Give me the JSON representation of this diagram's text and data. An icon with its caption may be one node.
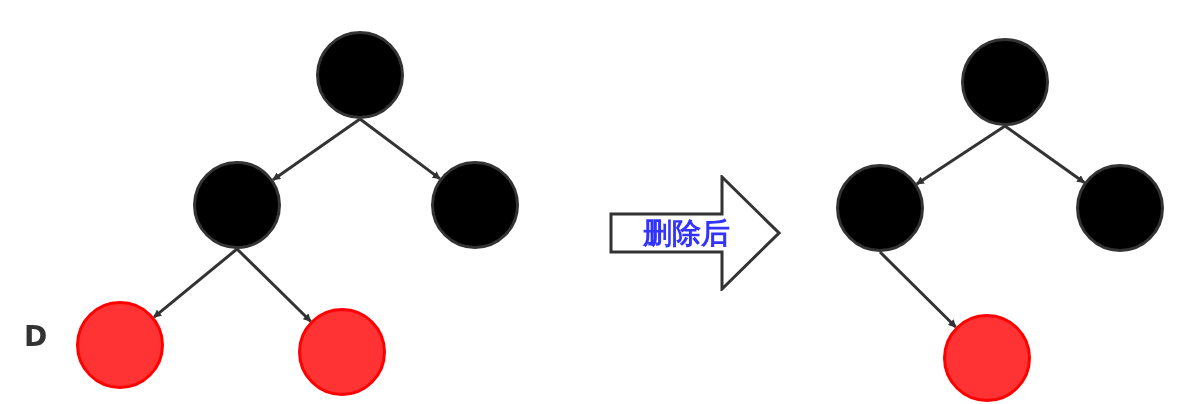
{
  "diagram": {
    "nodes": [
      {
        "text": [],
        "shape": "circle"
      },
      {
        "text": [],
        "shape": "circle"
      },
      {
        "text": [],
        "shape": "circle"
      },
      {
        "text": [],
        "shape": "circle",
        "beside": [
          "D"
        ]
      },
      {
        "text": [],
        "shape": "circle"
      },
      {
        "text": [
          "删除后"
        ]
      },
      {
        "text": [],
        "shape": "circle"
      },
      {
        "text": [],
        "shape": "circle"
      },
      {
        "text": [],
        "shape": "circle"
      },
      {
        "text": [],
        "shape": "circle"
      }
    ],
    "edges": [
      {
        "from": 0,
        "to": 1,
        "arrow": "to"
      },
      {
        "from": 0,
        "to": 2,
        "arrow": "to"
      },
      {
        "from": 1,
        "to": 3,
        "arrow": "to"
      },
      {
        "from": 1,
        "to": 4,
        "arrow": "to"
      },
      {
        "from": 6,
        "to": 7,
        "arrow": "to"
      },
      {
        "from": 6,
        "to": 8,
        "arrow": "to"
      },
      {
        "from": 7,
        "to": 9,
        "arrow": "to"
      }
    ]
  }
}
